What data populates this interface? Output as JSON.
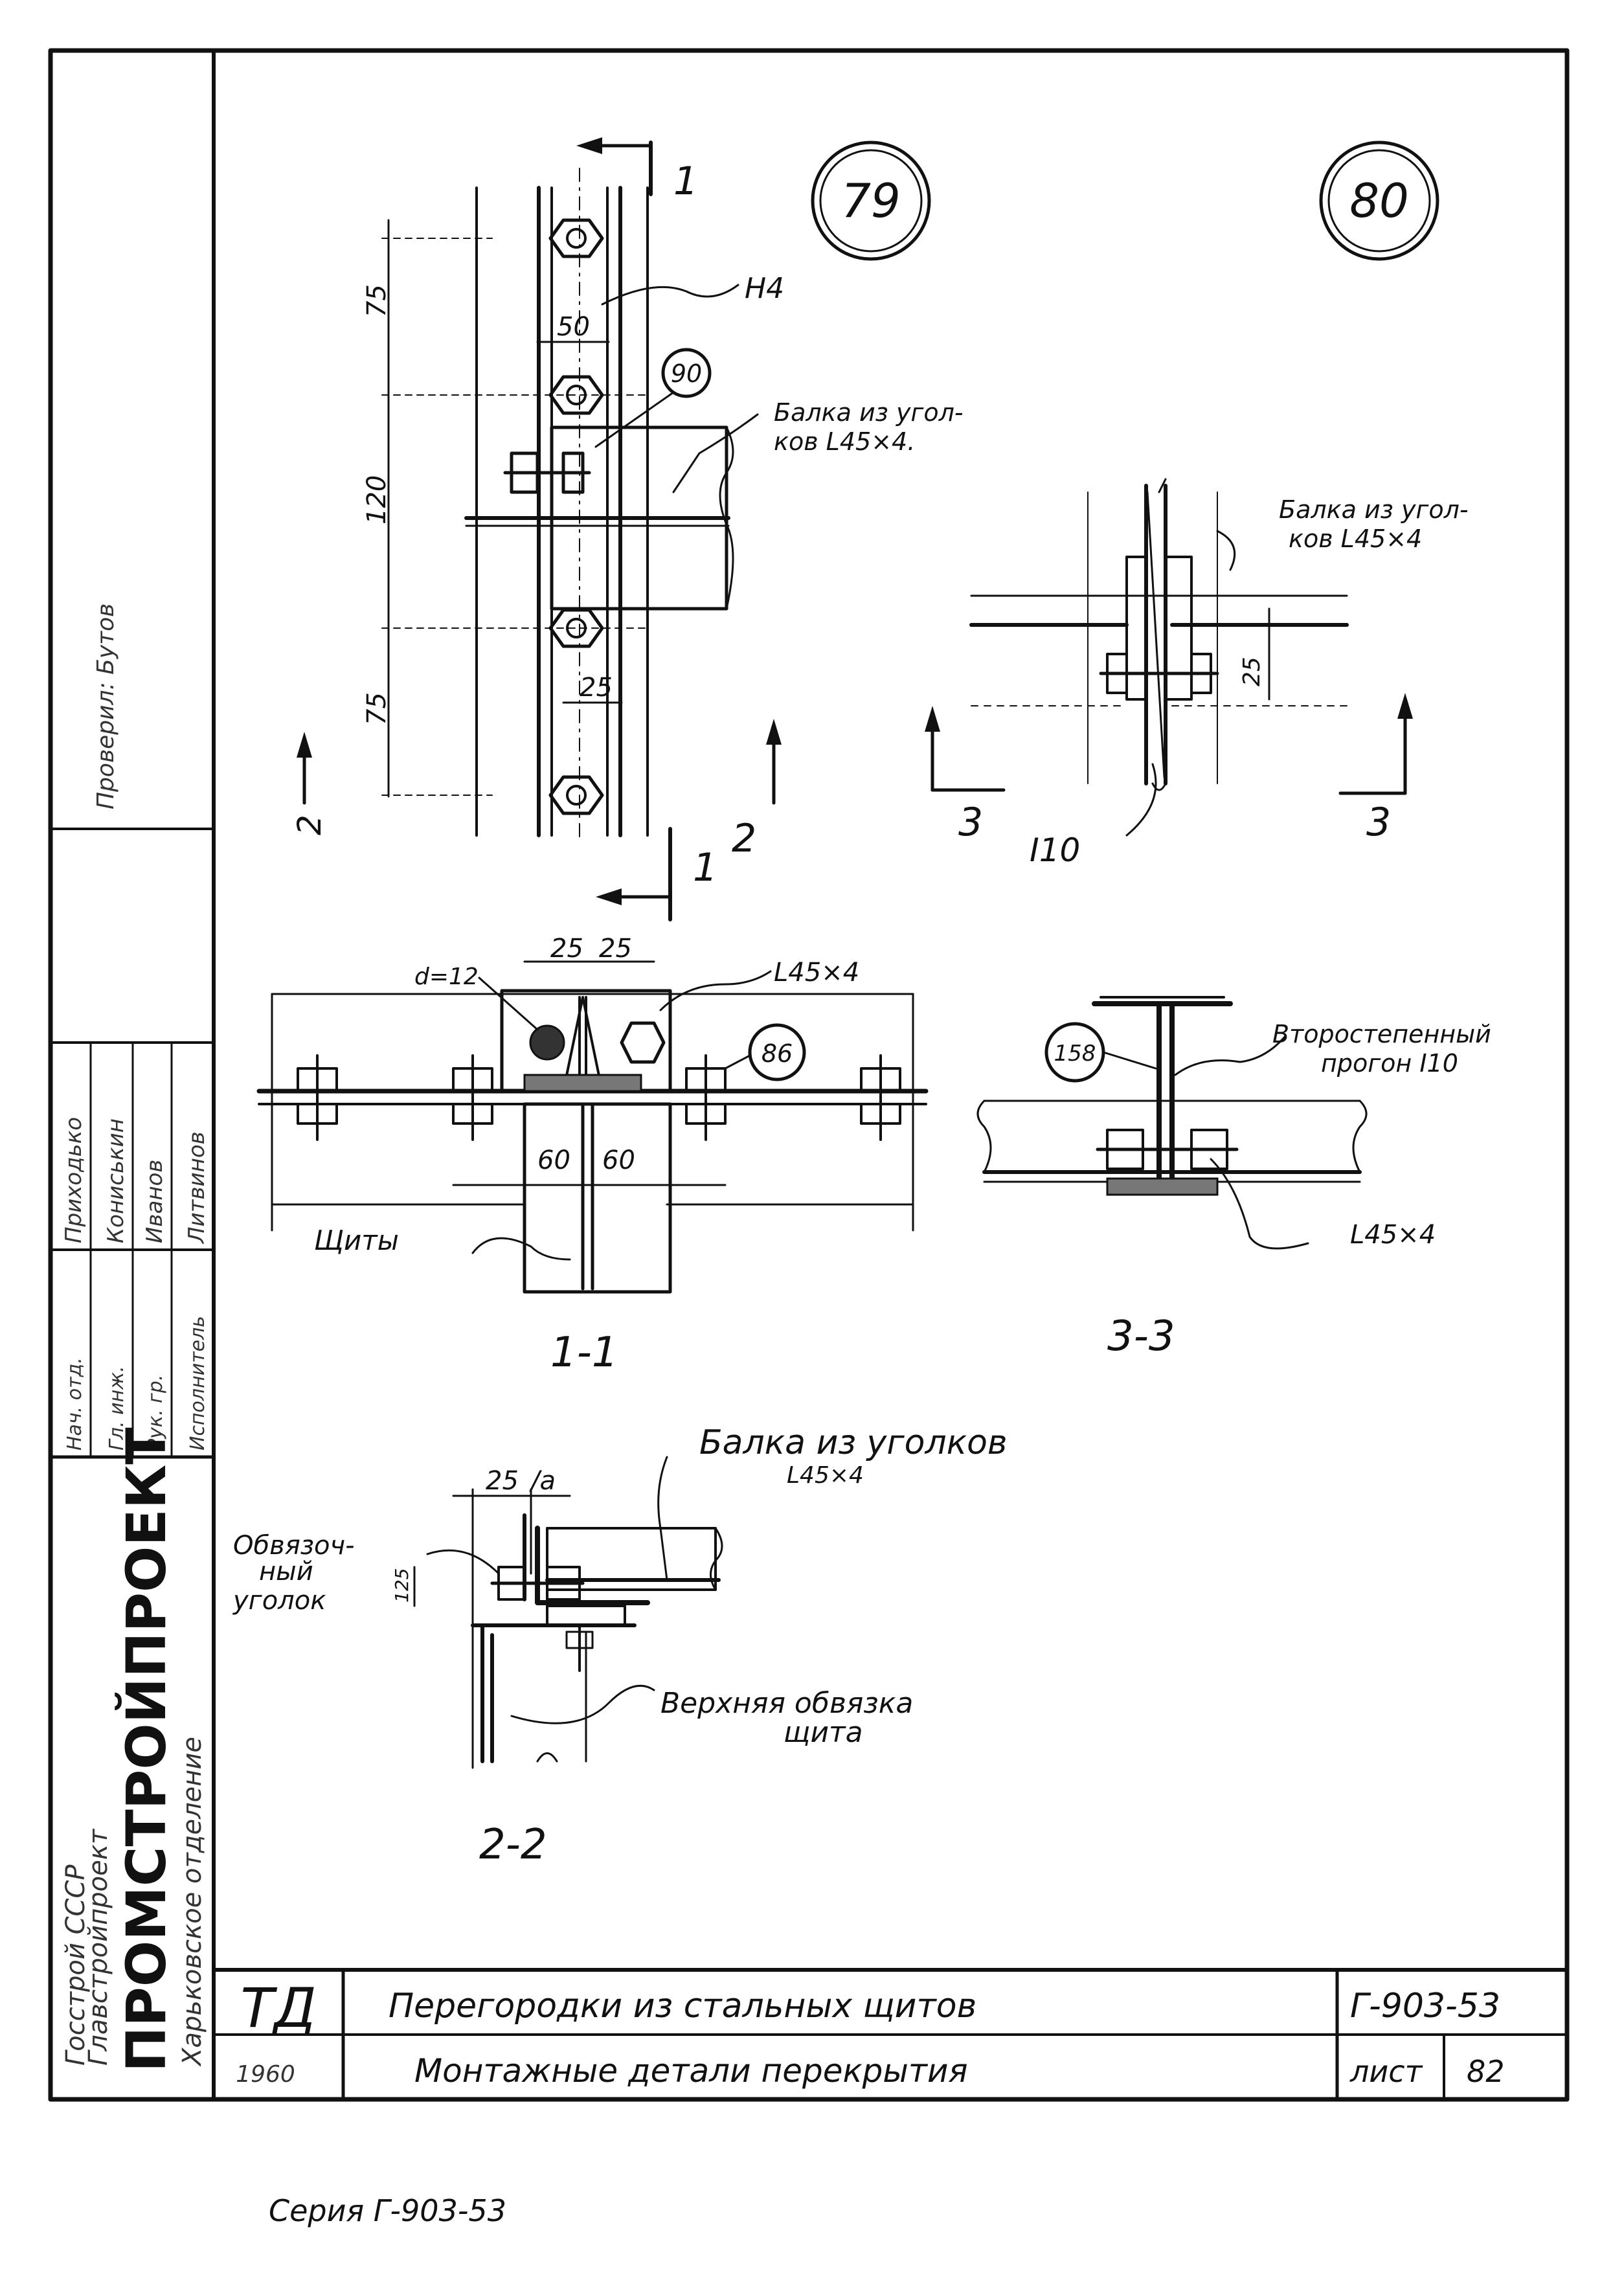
{
  "markers": {
    "m79": "79",
    "m80": "80",
    "m90": "90",
    "m86": "86",
    "m158": "158"
  },
  "elevation": {
    "dim_75_top": "75",
    "dim_120": "120",
    "dim_75_bottom": "75",
    "dim_50": "50",
    "dim_25": "25",
    "h4": "H4",
    "beam_label": "Балка из угол-\nков L45×4.",
    "cut1_top": "1",
    "cut1_bottom": "1",
    "cut2_left": "2",
    "cut2_right": "2"
  },
  "view3": {
    "beam_label": "Балка из угол-\nков L45×4",
    "dim_25": "25",
    "i10": "I10",
    "cut3_left": "3",
    "cut3_right": "3"
  },
  "section11": {
    "dim_25a": "25",
    "dim_25b": "25",
    "d12": "d=12",
    "angle": "L45×4",
    "dim_60a": "60",
    "dim_60b": "60",
    "panels": "Щиты",
    "title": "1-1"
  },
  "section33": {
    "secondary_beam": "Второстепенный\nпрогон I10",
    "angle": "L45×4",
    "title": "3-3"
  },
  "section22": {
    "beam_label": "Балка из уголков",
    "beam_profile": "L45×4",
    "dim_25": "25",
    "dim_a": "/a",
    "dim_125": "125",
    "angle_label": "Обвязоч-\nный\nуголок",
    "top_frame": "Верхняя обвязка\nщита",
    "title": "2-2"
  },
  "side_stamp": {
    "checked": "Проверил: Бутов",
    "names": [
      "Приходько",
      "Кониськин",
      "Иванов",
      "Литвинов"
    ],
    "roles": [
      "Нач. отд.",
      "Гл. инж.",
      "Рук. гр.",
      "Исполнитель"
    ],
    "org1": "Госстрой СССР",
    "org2": "Главстройпроект",
    "org_main": "ПРОМСТРОЙПРОЕКТ",
    "org3": "Харьковское отделение"
  },
  "title_block": {
    "logo": "ТД",
    "year": "1960",
    "title1": "Перегородки из стальных щитов",
    "title2": "Монтажные детали перекрытия",
    "code": "Г-903-53",
    "sheet_label": "лист",
    "sheet_no": "82"
  },
  "footer": "Серия Г-903-53"
}
